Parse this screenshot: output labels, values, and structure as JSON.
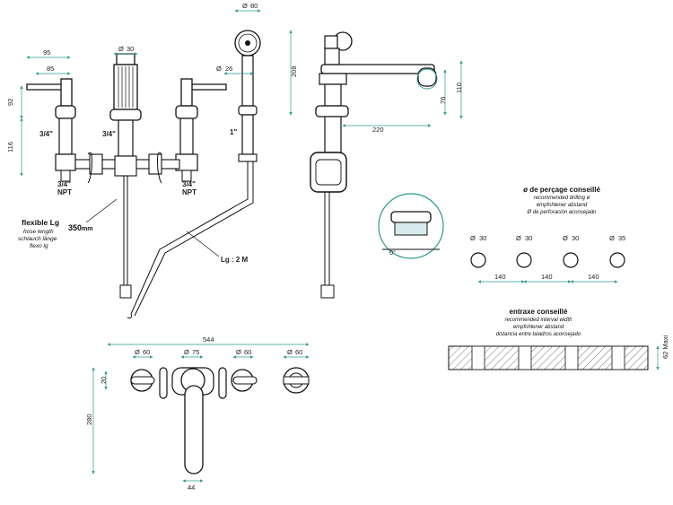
{
  "side_view": {
    "dims": {
      "w95": "95",
      "w85": "85",
      "h92": "92",
      "h116": "116",
      "d30": "30",
      "d80": "80",
      "d26": "26",
      "h208": "208",
      "h76": "76",
      "h110": "110",
      "w220": "220"
    },
    "thread_a": "3/4\"",
    "thread_b": "3/4\"",
    "thread_c": "1\"",
    "npt_left_1": "3/4\"",
    "npt_left_2": "NPT",
    "npt_right_1": "3/4\"",
    "npt_right_2": "NPT",
    "hose_title": "flexible Lg",
    "hose_en": "hose length",
    "hose_de": "schlauch länge",
    "hose_es": "flexo lg",
    "hose_len": "350",
    "hose_unit": "mm",
    "lg_label": "Lg : 2 M"
  },
  "drilling": {
    "title": "ø de perçage conseillé",
    "en": "recommended drilling ø",
    "de": "empfohlener abstand",
    "es": "Ø de perforación aconsejado",
    "holes": [
      "30",
      "30",
      "30",
      "35"
    ],
    "spacing": [
      "140",
      "140",
      "140"
    ],
    "angle": "0°"
  },
  "interval": {
    "title": "entraxe conseillé",
    "en": "recommended interval width",
    "de": "empfohlener abstand",
    "es": "distancia entre taladros aconsejado",
    "maxi": "62 Maxi"
  },
  "top_view": {
    "overall": "544",
    "d60a": "60",
    "d75": "75",
    "d60b": "60",
    "d60c": "60",
    "h20": "20",
    "h280": "280",
    "w44": "44"
  }
}
